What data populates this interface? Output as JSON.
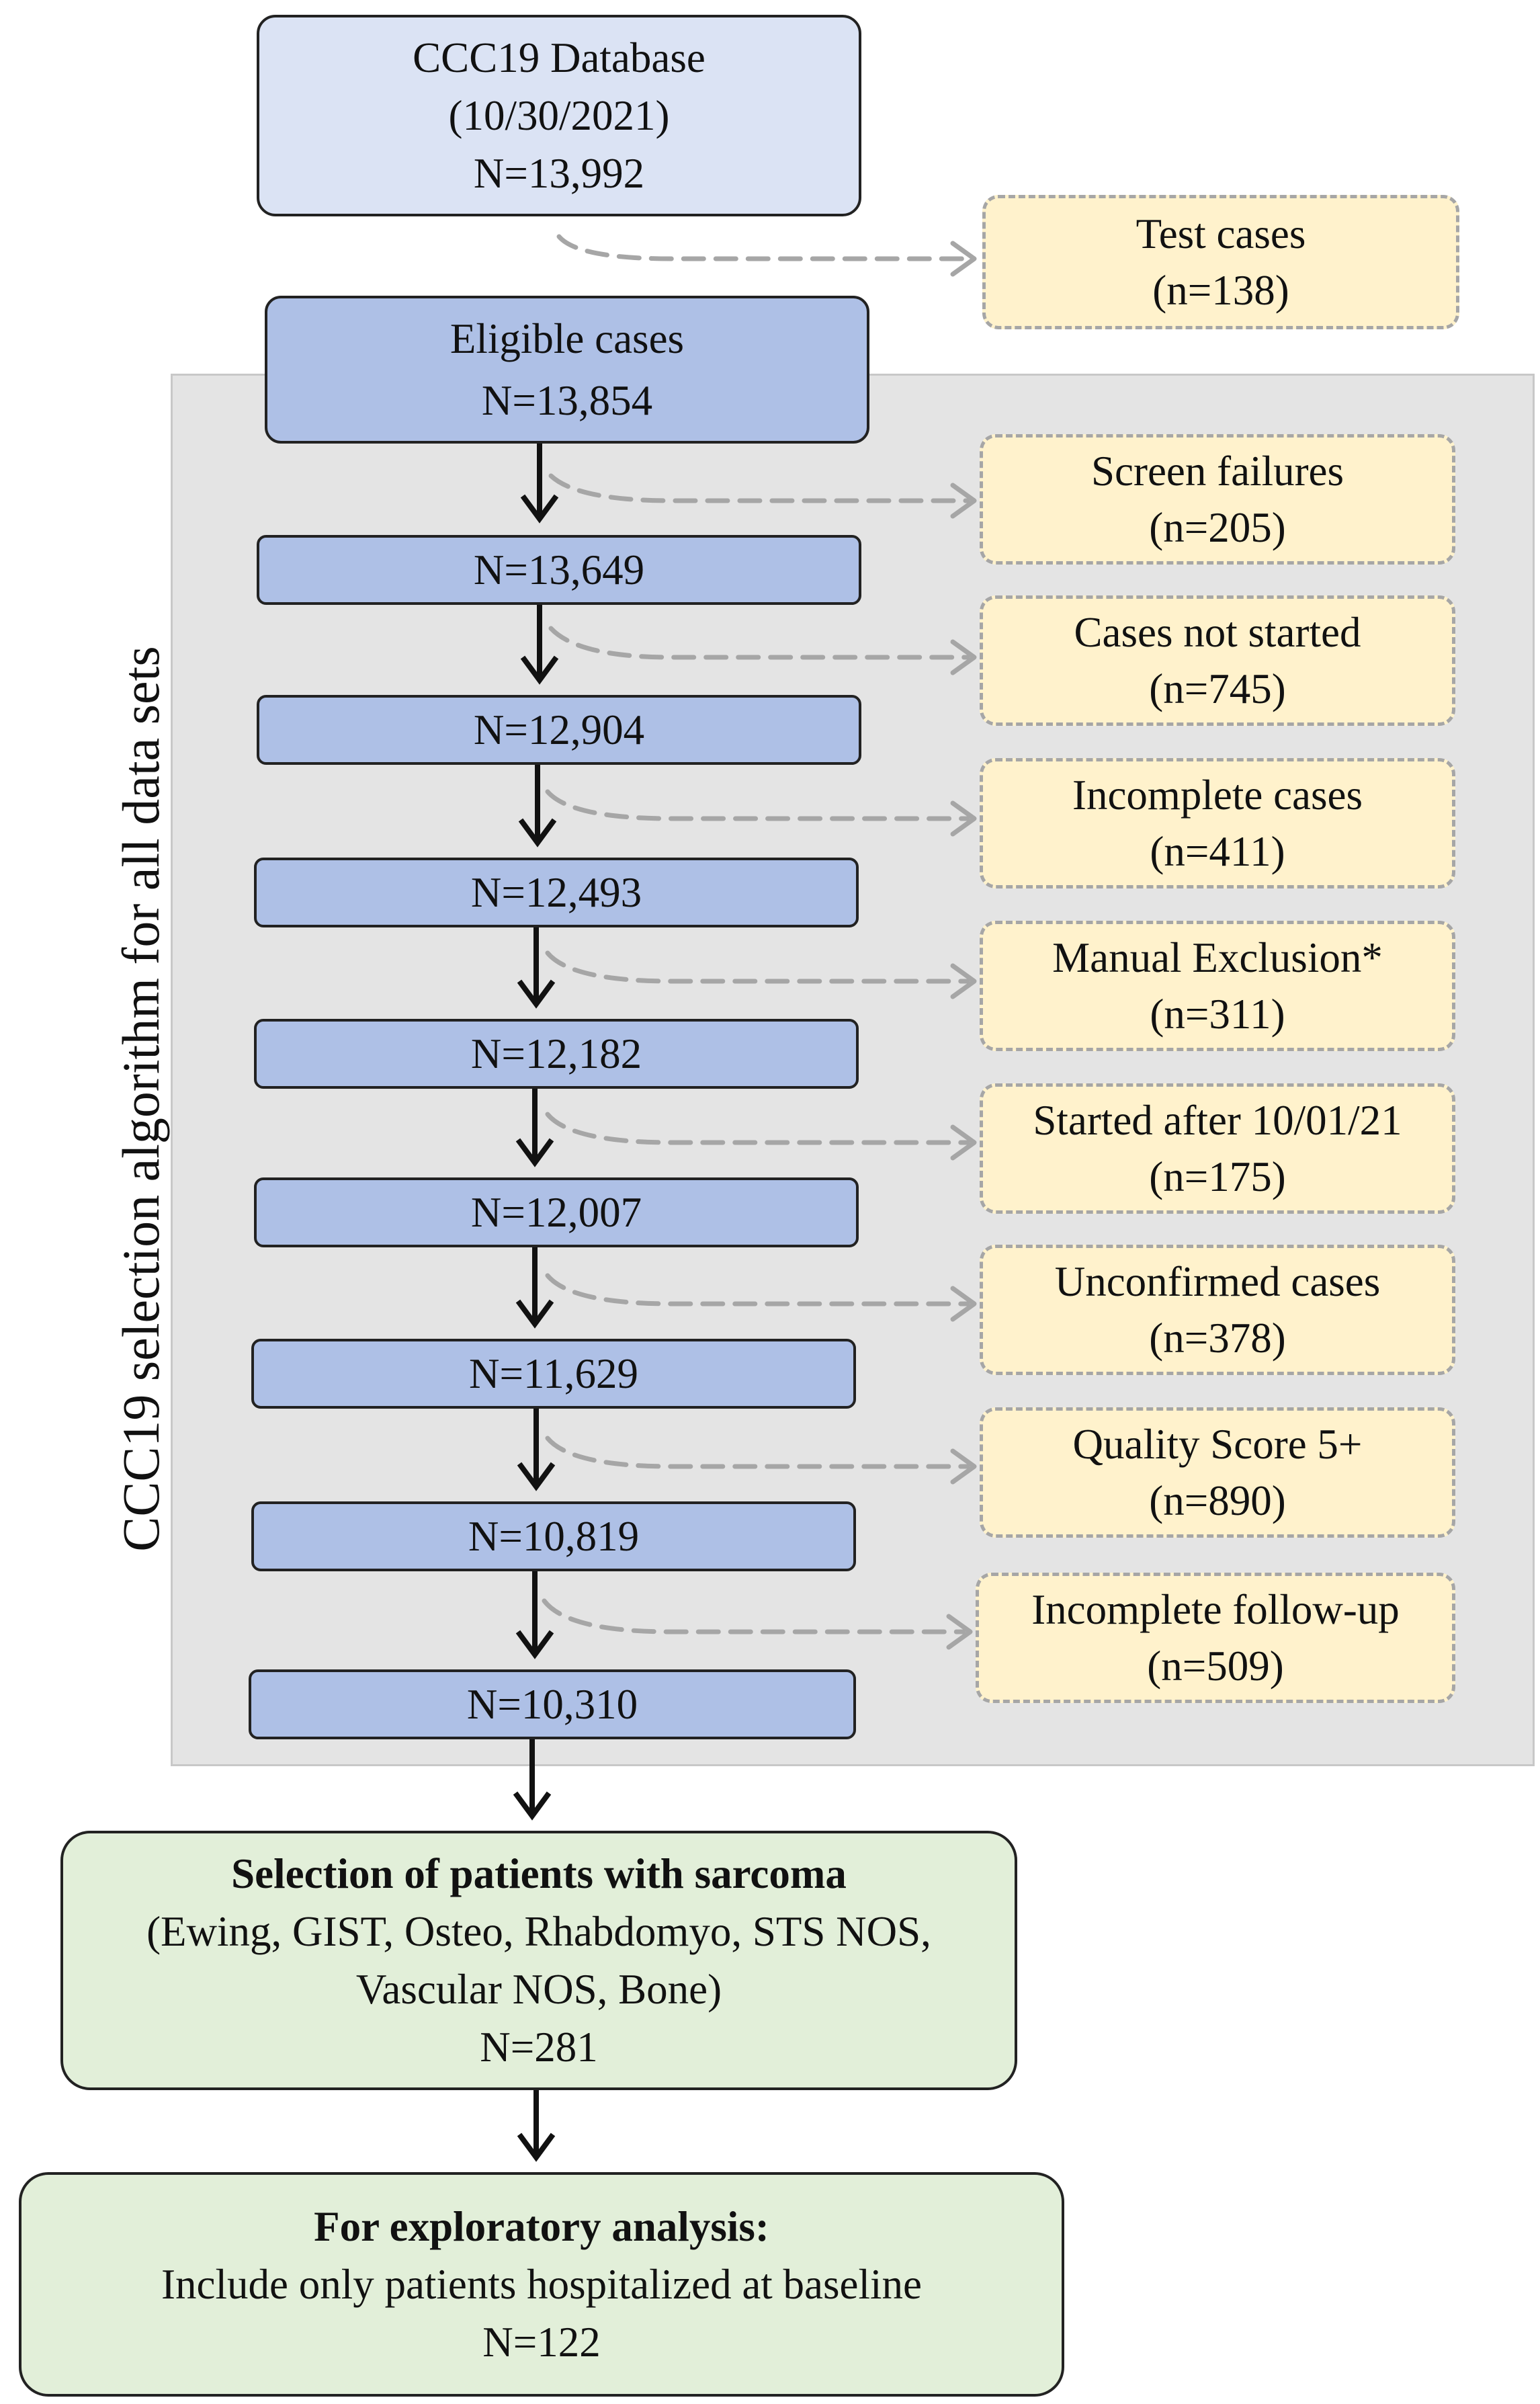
{
  "database": {
    "line1": "CCC19 Database",
    "line2": "(10/30/2021)",
    "line3": "N=13,992"
  },
  "test_cases": {
    "label": "Test cases",
    "count": "(n=138)"
  },
  "eligible": {
    "label": "Eligible cases",
    "count": "N=13,854"
  },
  "panel_label": "CCC19 selection algorithm  for all data sets",
  "steps": [
    "N=13,649",
    "N=12,904",
    "N=12,493",
    "N=12,182",
    "N=12,007",
    "N=11,629",
    "N=10,819",
    "N=10,310"
  ],
  "exclusions": [
    {
      "label": "Screen failures",
      "count": "(n=205)"
    },
    {
      "label": "Cases not started",
      "count": "(n=745)"
    },
    {
      "label": "Incomplete cases",
      "count": "(n=411)"
    },
    {
      "label": "Manual Exclusion*",
      "count": "(n=311)"
    },
    {
      "label": "Started after 10/01/21",
      "count": "(n=175)"
    },
    {
      "label": "Unconfirmed  cases",
      "count": "(n=378)"
    },
    {
      "label": "Quality Score 5+",
      "count": "(n=890)"
    },
    {
      "label": "Incomplete follow-up",
      "count": "(n=509)"
    }
  ],
  "sarcoma": {
    "title": "Selection of patients with sarcoma",
    "line2": "(Ewing,  GIST, Osteo, Rhabdomyo,  STS NOS,",
    "line3": "Vascular NOS, Bone)",
    "count": "N=281"
  },
  "exploratory": {
    "title": "For exploratory analysis:",
    "line2": "Include only patients hospitalized at baseline",
    "count": "N=122"
  },
  "colors": {
    "database_fill": "#dbe3f4",
    "step_fill": "#aec0e6",
    "exclusion_fill": "#fff2cc",
    "exclusion_border": "#a6a6a6",
    "final_fill": "#e2efd9",
    "panel_fill": "#e4e4e4"
  }
}
